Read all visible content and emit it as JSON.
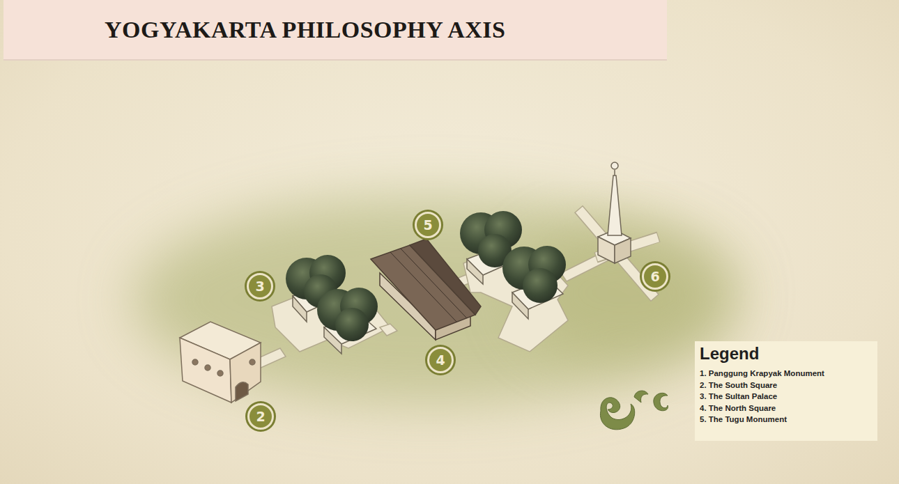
{
  "diagram": {
    "title": "YOGYAKARTA PHILOSOPHY AXIS",
    "labels": [
      "2",
      "3",
      "4",
      "5",
      "6",
      "Legend"
    ],
    "legend": [
      {
        "text": "1. Panggung Krapyak Monument"
      },
      {
        "text": "2. The South Square"
      },
      {
        "text": "3. The Sultan Palace"
      },
      {
        "text": "4. The North Square"
      },
      {
        "text": "5. The Tugu Monument"
      }
    ]
  }
}
